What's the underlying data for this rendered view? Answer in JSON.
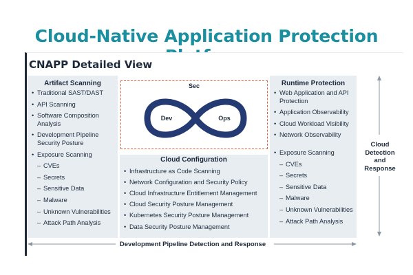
{
  "title": "Cloud-Native Application Protection Platform",
  "subtitle": "CNAPP Detailed View",
  "artifact_scanning": {
    "heading": "Artifact Scanning",
    "items": [
      {
        "text": "Traditional SAST/DAST",
        "kind": "bullet"
      },
      {
        "text": "API Scanning",
        "kind": "bullet"
      },
      {
        "text": "Software Composition Analysis",
        "kind": "bullet"
      },
      {
        "text": "Development Pipeline Security Posture",
        "kind": "bullet"
      },
      {
        "text": "Exposure Scanning",
        "kind": "bullet"
      },
      {
        "text": "CVEs",
        "kind": "dash"
      },
      {
        "text": "Secrets",
        "kind": "dash"
      },
      {
        "text": "Sensitive Data",
        "kind": "dash"
      },
      {
        "text": "Malware",
        "kind": "dash"
      },
      {
        "text": "Unknown Vulnerabilities",
        "kind": "dash"
      },
      {
        "text": "Attack Path Analysis",
        "kind": "dash"
      }
    ]
  },
  "devsecops": {
    "sec": "Sec",
    "dev": "Dev",
    "ops": "Ops"
  },
  "cloud_configuration": {
    "heading": "Cloud Configuration",
    "items": [
      "Infrastructure as Code Scanning",
      "Network Configuration and Security Policy",
      "Cloud Infrastructure Entitlement Management",
      "Cloud Security Posture Management",
      "Kubernetes Security Posture Management",
      "Data Security Posture Management"
    ]
  },
  "runtime_protection": {
    "heading": "Runtime Protection",
    "items": [
      {
        "text": "Web Application and API Protection",
        "kind": "bullet"
      },
      {
        "text": "Application Observability",
        "kind": "bullet"
      },
      {
        "text": "Cloud Workload Visibility",
        "kind": "bullet"
      },
      {
        "text": "Network Observability",
        "kind": "bullet"
      },
      {
        "text": "Exposure Scanning",
        "kind": "bullet"
      },
      {
        "text": "CVEs",
        "kind": "dash"
      },
      {
        "text": "Secrets",
        "kind": "dash"
      },
      {
        "text": "Sensitive Data",
        "kind": "dash"
      },
      {
        "text": "Malware",
        "kind": "dash"
      },
      {
        "text": "Unknown Vulnerabilities",
        "kind": "dash"
      },
      {
        "text": "Attack Path Analysis",
        "kind": "dash"
      }
    ]
  },
  "cloud_detection": "Cloud Detection and Response",
  "pipeline_detection": "Development Pipeline Detection and Response",
  "colors": {
    "title": "#1b8fa0",
    "infinity": "#233a73",
    "dashed_border": "#e4623a",
    "column_bg": "#e8edf2"
  }
}
